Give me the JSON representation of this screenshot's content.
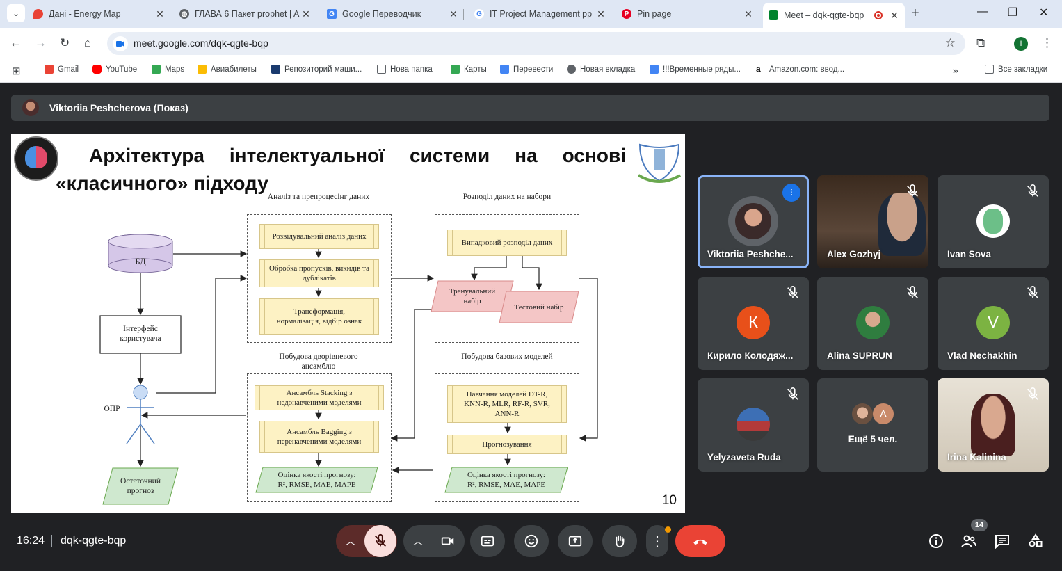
{
  "browser": {
    "tabs": [
      {
        "title": "Дані - Energy Map",
        "icon_color": "#e94235"
      },
      {
        "title": "ГЛАВА 6 Пакет prophet | A",
        "icon_color": "#5f6368"
      },
      {
        "title": "Google Переводчик",
        "icon_color": "#4285f4"
      },
      {
        "title": "IT Project Management pp",
        "icon_color": "#4285f4"
      },
      {
        "title": "Pin page",
        "icon_color": "#e60023"
      },
      {
        "title": "Meet – dqk-qgte-bqp",
        "icon_color": "#00832d"
      }
    ],
    "url": "meet.google.com/dqk-qgte-bqp",
    "profile_initial": "I",
    "bookmarks": [
      {
        "label": "Gmail"
      },
      {
        "label": "YouTube"
      },
      {
        "label": "Maps"
      },
      {
        "label": "Авиабилеты"
      },
      {
        "label": "Репозиторий маши..."
      },
      {
        "label": "Нова папка"
      },
      {
        "label": "Карты"
      },
      {
        "label": "Перевести"
      },
      {
        "label": "Новая вкладка"
      },
      {
        "label": "!!!Временные ряды..."
      },
      {
        "label": "Amazon.com: ввод..."
      }
    ],
    "all_bookmarks": "Все закладки"
  },
  "meet": {
    "presenter_label": "Viktoriia Peshcherova (Показ)",
    "slide": {
      "title_line1": [
        "Архітектура",
        "інтелектуальної",
        "системи",
        "на",
        "основі"
      ],
      "title_line2": "«класичного» підходу",
      "page_number": "10",
      "diagram": {
        "db": "БД",
        "ui": "Інтерфейс користувача",
        "opr": "ОПР",
        "final": "Остаточний прогноз",
        "grp_analysis": "Аналіз та препроцесінг даних",
        "box_explore": "Розвідувальний аналіз даних",
        "box_missing": "Обробка пропусків, викидів та дублікатів",
        "box_transform": "Трансформація, нормалізація, відбір ознак",
        "grp_split": "Розподіл даних на набори",
        "box_random": "Випадковий розподіл даних",
        "train": "Тренувальний набір",
        "test": "Тестовий набір",
        "grp_ensemble": "Побудова дворівневого ансамблю",
        "box_stacking": "Ансамбль Stacking з недонавченими моделями",
        "box_bagging": "Ансамбль Bagging з перенавченими моделями",
        "eval_left_1": "Оцінка якості прогнозу:",
        "eval_left_2": "R², RMSE, MAE, MAPE",
        "grp_base": "Побудова базових моделей",
        "box_train_models": "Навчання моделей DT-R, KNN-R, MLR, RF-R, SVR, ANN-R",
        "box_forecast": "Прогнозування",
        "eval_right_1": "Оцінка якості прогнозу:",
        "eval_right_2": "R², RMSE, MAE, MAPE"
      }
    },
    "participants": [
      {
        "name": "Viktoriia Peshche...",
        "speaking": true
      },
      {
        "name": "Alex Gozhyj"
      },
      {
        "name": "Ivan Sova"
      },
      {
        "name": "Кирило Колодяж...",
        "initial": "К",
        "color": "#e8501a"
      },
      {
        "name": "Alina SUPRUN"
      },
      {
        "name": "Vlad Nechakhin",
        "initial": "V",
        "color": "#7cb342"
      },
      {
        "name": "Yelyzaveta Ruda"
      },
      {
        "name": "Ещё 5 чел.",
        "initial": "A",
        "color": "#c98a6a"
      },
      {
        "name": "Irina Kalinina"
      }
    ],
    "time": "16:24",
    "meeting_code": "dqk-qgte-bqp",
    "participants_count": "14",
    "end_call_color": "#ea4335"
  }
}
